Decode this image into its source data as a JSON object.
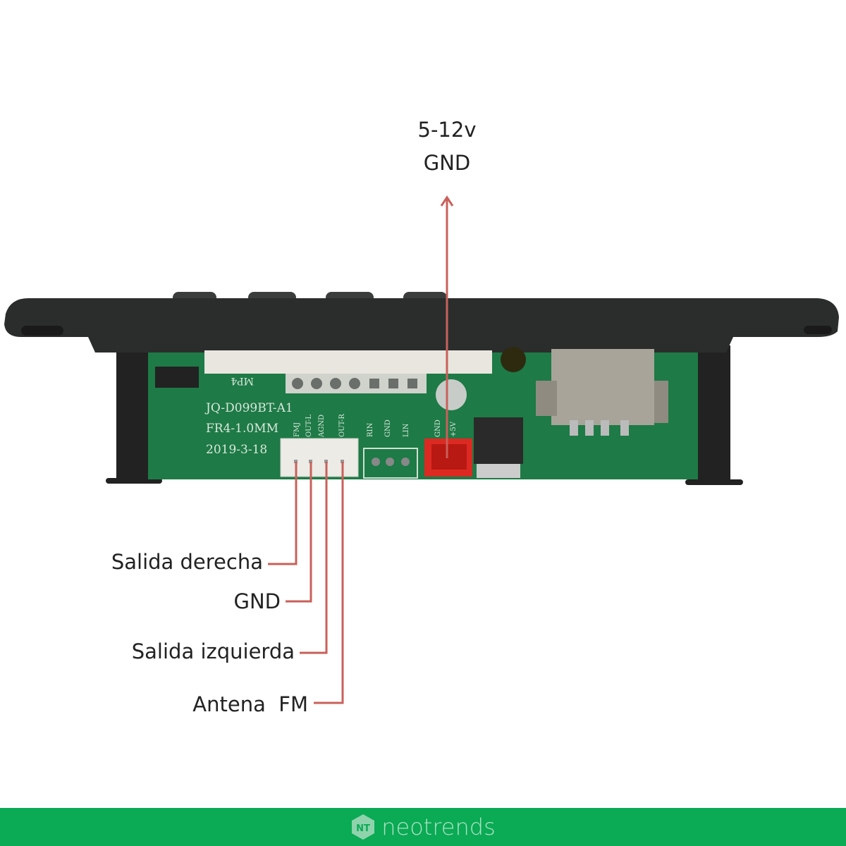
{
  "power": {
    "line1": "5-12v",
    "line2": "GND"
  },
  "pins": [
    {
      "label": "Salida derecha"
    },
    {
      "label": "GND"
    },
    {
      "label": "Salida izquierda"
    },
    {
      "label": "Antena  FM"
    }
  ],
  "pcb": {
    "model": "JQ-D099BT-A1",
    "material": "FR4-1.0MM",
    "date": "2019-3-18",
    "silk_mp4": "MP4",
    "pin_labels": [
      "FMJ",
      "OUT-L",
      "AGND",
      "OUT-R",
      "RIN",
      "GND",
      "LIN",
      "GND",
      "+5V"
    ]
  },
  "footer": {
    "brand": "neotrends",
    "logo_letters": "NT"
  },
  "colors": {
    "annotation": "#c9605a",
    "footer": "#0baa55",
    "pcb": "#1e7a46"
  }
}
